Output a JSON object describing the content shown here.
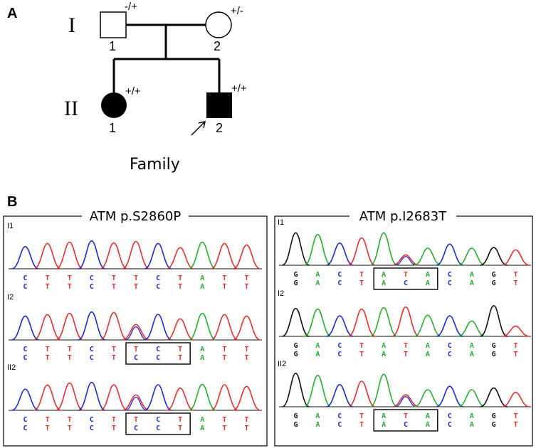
{
  "panels": {
    "a": "A",
    "b": "B"
  },
  "pedigree": {
    "generations": [
      "I",
      "II"
    ],
    "individuals": [
      {
        "id": "I-1",
        "sex": "male",
        "affected": false,
        "number": "1",
        "genotype": "-/+"
      },
      {
        "id": "I-2",
        "sex": "female",
        "affected": false,
        "number": "2",
        "genotype": "+/-"
      },
      {
        "id": "II-1",
        "sex": "female",
        "affected": true,
        "number": "1",
        "genotype": "+/+"
      },
      {
        "id": "II-2",
        "sex": "male",
        "affected": true,
        "number": "2",
        "genotype": "+/+",
        "proband": true
      }
    ],
    "caption": "Family"
  },
  "chromatograms": [
    {
      "title": "ATM p.S2860P",
      "traces": [
        {
          "label": "I1",
          "peaks": [
            "C",
            "T",
            "T",
            "C",
            "T",
            "T",
            "C",
            "T",
            "A",
            "T",
            "T"
          ],
          "row1": [
            "C",
            "T",
            "T",
            "C",
            "T",
            "T",
            "C",
            "T",
            "A",
            "T",
            "T"
          ],
          "row2": [
            "C",
            "T",
            "T",
            "C",
            "T",
            "T",
            "C",
            "T",
            "A",
            "T",
            "T"
          ],
          "box": null
        },
        {
          "label": "I2",
          "peaks": [
            "C",
            "T",
            "T",
            "C",
            "T",
            "T",
            "C",
            "T",
            "A",
            "T",
            "T"
          ],
          "row1": [
            "C",
            "T",
            "T",
            "C",
            "T",
            "T",
            "C",
            "T",
            "A",
            "T",
            "T"
          ],
          "row2": [
            "C",
            "T",
            "T",
            "C",
            "T",
            "C",
            "C",
            "T",
            "A",
            "T",
            "T"
          ],
          "box": [
            5,
            7
          ]
        },
        {
          "label": "II2",
          "peaks": [
            "C",
            "T",
            "T",
            "C",
            "T",
            "T",
            "C",
            "T",
            "A",
            "T",
            "T"
          ],
          "row1": [
            "C",
            "T",
            "T",
            "C",
            "T",
            "T",
            "C",
            "T",
            "A",
            "T",
            "T"
          ],
          "row2": [
            "C",
            "T",
            "T",
            "C",
            "T",
            "C",
            "C",
            "T",
            "A",
            "T",
            "T"
          ],
          "box": [
            5,
            7
          ]
        }
      ]
    },
    {
      "title": "ATM p.I2683T",
      "traces": [
        {
          "label": "I1",
          "peaks": [
            "G",
            "A",
            "C",
            "T",
            "A",
            "T",
            "A",
            "C",
            "A",
            "G",
            "T"
          ],
          "row1": [
            "G",
            "A",
            "C",
            "T",
            "A",
            "T",
            "A",
            "C",
            "A",
            "G",
            "T"
          ],
          "row2": [
            "G",
            "A",
            "C",
            "T",
            "A",
            "C",
            "A",
            "C",
            "A",
            "G",
            "T"
          ],
          "box": [
            4,
            6
          ]
        },
        {
          "label": "I2",
          "peaks": [
            "G",
            "A",
            "C",
            "T",
            "A",
            "T",
            "A",
            "C",
            "A",
            "G",
            "T"
          ],
          "row1": [
            "G",
            "A",
            "C",
            "T",
            "A",
            "T",
            "A",
            "C",
            "A",
            "G",
            "T"
          ],
          "row2": [
            "G",
            "A",
            "C",
            "T",
            "A",
            "T",
            "A",
            "C",
            "A",
            "G",
            "T"
          ],
          "box": null
        },
        {
          "label": "II2",
          "peaks": [
            "G",
            "A",
            "C",
            "T",
            "A",
            "T",
            "A",
            "C",
            "A",
            "G",
            "T"
          ],
          "row1": [
            "G",
            "A",
            "C",
            "T",
            "A",
            "T",
            "A",
            "C",
            "A",
            "G",
            "T"
          ],
          "row2": [
            "G",
            "A",
            "C",
            "T",
            "A",
            "C",
            "A",
            "C",
            "A",
            "G",
            "T"
          ],
          "box": [
            4,
            6
          ]
        }
      ]
    }
  ],
  "base_colors": {
    "A": "#22b02a",
    "C": "#1f2ad1",
    "G": "#111111",
    "T": "#e0302e"
  }
}
